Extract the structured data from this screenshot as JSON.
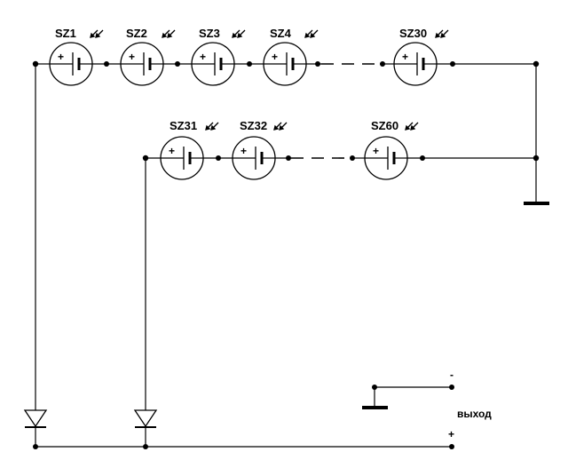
{
  "diagram": {
    "row1_cells": [
      "SZ1",
      "SZ2",
      "SZ3",
      "SZ4",
      "SZ30"
    ],
    "row2_cells": [
      "SZ31",
      "SZ32",
      "SZ60"
    ],
    "output_label": "выход",
    "minus_sign": "-",
    "plus_sign": "+",
    "cell_plus": "+"
  }
}
